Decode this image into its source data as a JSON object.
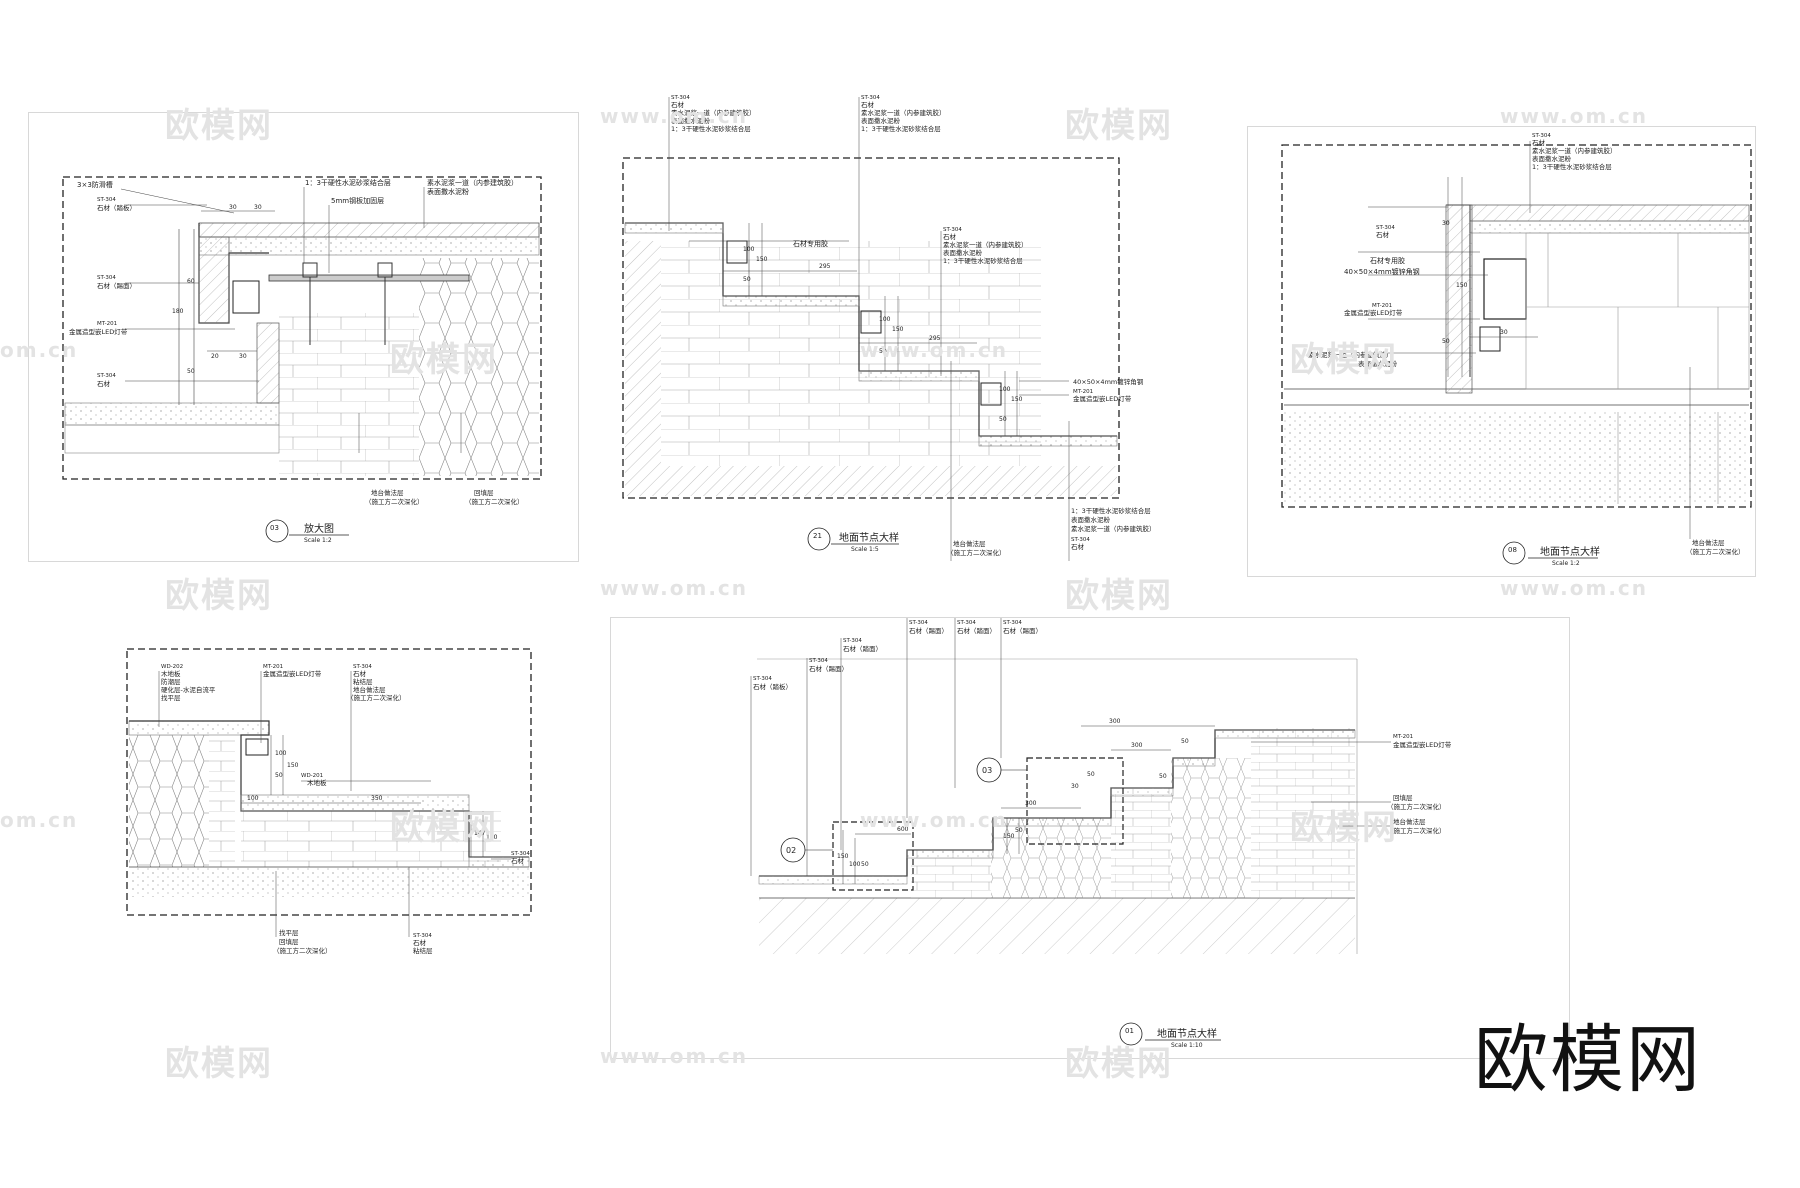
{
  "watermark": {
    "cn": "欧模网",
    "url": "www.om.cn",
    "left_url": "om.cn"
  },
  "brand_logo": "欧模网",
  "panels": {
    "p03": {
      "number": "03",
      "title": "放大图",
      "scale": "Scale 1:2",
      "notes": {
        "top1": "3×3防滑槽",
        "top2": "1：3干硬性水泥砂浆结合层",
        "top3": "素水泥浆一道（内参建筑胶）",
        "top4": "表面撒水泥粉",
        "top5": "5mm钢板加固层",
        "tag1": "ST-304",
        "tag1b": "石材（踏板）",
        "tag2": "ST-304",
        "tag2b": "石材（踢面）",
        "tag3": "MT-201",
        "tag3b": "金属造型嵌LED灯带",
        "tag4": "ST-304",
        "tag4b": "石材",
        "bot1": "地台做法层",
        "bot1b": "（施工方二次深化）",
        "bot2": "回填层",
        "bot2b": "（施工方二次深化）"
      },
      "dims": [
        "30",
        "30",
        "60",
        "180",
        "20",
        "30",
        "50"
      ]
    },
    "p21": {
      "number": "21",
      "title": "地面节点大样",
      "scale": "Scale 1:5",
      "notes": {
        "a_tag": "ST-304",
        "a1": "石材",
        "a2": "素水泥浆一道（内参建筑胶）",
        "a3": "表面撒水泥粉",
        "a4": "1：3干硬性水泥砂浆结合层",
        "b_tag": "ST-304",
        "b1": "石材",
        "b2": "素水泥浆一道（内参建筑胶）",
        "b3": "表面撒水泥粉",
        "b4": "1：3干硬性水泥砂浆结合层",
        "c_tag": "ST-304",
        "c1": "石材",
        "c2": "素水泥浆一道（内参建筑胶）",
        "c3": "表面撒水泥粉",
        "c4": "1：3干硬性水泥砂浆结合层",
        "stone_glue": "石材专用胶",
        "angle": "40×50×4mm镀锌角钢",
        "led_tag": "MT-201",
        "led": "金属造型嵌LED灯带",
        "r1": "1：3干硬性水泥砂浆结合层",
        "r2": "表面撒水泥粉",
        "r3": "素水泥浆一道（内参建筑胶）",
        "r_tag": "ST-304",
        "r4": "石材",
        "base": "地台做法层",
        "base_b": "（施工方二次深化）"
      },
      "dims": [
        "100",
        "150",
        "50",
        "295",
        "100",
        "150",
        "50",
        "295",
        "100",
        "150",
        "50"
      ]
    },
    "p08": {
      "number": "08",
      "title": "地面节点大样",
      "scale": "Scale 1:2",
      "notes": {
        "tag1": "ST-304",
        "n1": "石材",
        "n2": "素水泥浆一道（内参建筑胶）",
        "n3": "表面撒水泥粉",
        "n4": "1：3干硬性水泥砂浆结合层",
        "tag2": "ST-304",
        "n5": "石材",
        "n6": "石材专用胶",
        "n7": "40×50×4mm镀锌角钢",
        "tag3": "MT-201",
        "n8": "金属造型嵌LED灯带",
        "n9": "素水泥浆一道（内参建筑胶）",
        "n10": "表面撒水泥粉",
        "base": "地台做法层",
        "base_b": "（施工方二次深化）"
      },
      "dims": [
        "30",
        "150",
        "30",
        "50"
      ]
    },
    "pA": {
      "notes": {
        "tag1": "WD-202",
        "n1": "木地板",
        "n2": "防潮层",
        "n3": "硬化层-水泥自流平",
        "n4": "找平层",
        "tag2": "MT-201",
        "n5": "金属造型嵌LED灯带",
        "tag3": "ST-304",
        "n6": "石材",
        "n7": "粘结层",
        "n8": "地台做法层",
        "n9": "（施工方二次深化）",
        "tag4": "WD-201",
        "n10": "木地板",
        "tag5": "ST-304",
        "n11": "石材",
        "b1": "找平层",
        "b2": "回填层",
        "b3": "（施工方二次深化）",
        "b4": "ST-304",
        "b5": "石材",
        "b6": "粘结层"
      },
      "dims": [
        "100",
        "50",
        "150",
        "100",
        "350",
        "147",
        "150"
      ]
    },
    "p01": {
      "number": "01",
      "title": "地面节点大样",
      "scale": "Scale 1:10",
      "callouts": [
        "02",
        "03"
      ],
      "notes": {
        "t1": "ST-304",
        "t1b": "石材（踏板）",
        "t2": "ST-304",
        "t2b": "石材（踢面）",
        "t3": "ST-304",
        "t3b": "石材（踏面）",
        "t4": "ST-304",
        "t4b": "石材（踢面）",
        "t5": "ST-304",
        "t5b": "石材（踏面）",
        "t6": "ST-304",
        "t6b": "石材（踢面）",
        "r1_tag": "MT-201",
        "r1": "金属造型嵌LED灯带",
        "r2": "回填层",
        "r2b": "（施工方二次深化）",
        "r3": "地台做法层",
        "r3b": "（施工方二次深化）"
      },
      "dims": [
        "300",
        "50",
        "300",
        "50",
        "300",
        "600",
        "150",
        "100",
        "50",
        "150",
        "50",
        "30",
        "50"
      ]
    }
  }
}
